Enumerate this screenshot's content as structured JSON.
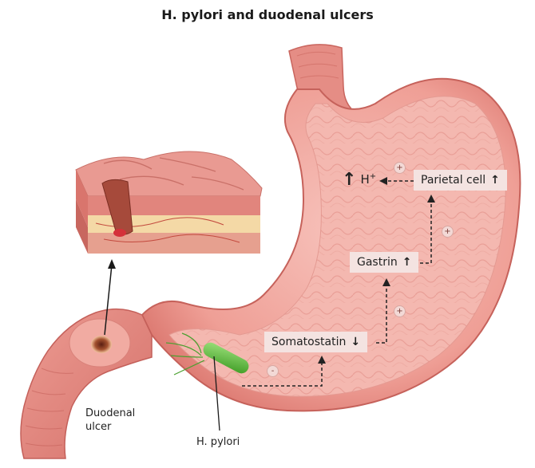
{
  "title": "H. pylori and duodenal ulcers",
  "labels": {
    "parietal_cell": "Parietal cell",
    "parietal_cell_trend": "↑",
    "gastrin": "Gastrin",
    "gastrin_trend": "↑",
    "somatostatin": "Somatostatin",
    "somatostatin_trend": "↓",
    "hplus_trend": "↑",
    "hplus": "H",
    "hplus_charge": "+",
    "duodenal_ulcer_line1": "Duodenal",
    "duodenal_ulcer_line2": "ulcer",
    "h_pylori": "H. pylori"
  },
  "signs": {
    "parietal_to_h": "+",
    "gastrin_to_parietal": "+",
    "somatostatin_to_gastrin": "+",
    "hpylori_to_somatostatin": "-"
  },
  "colors": {
    "stomach": "#e8928a",
    "stomach_inner": "#f3b5ad",
    "mucosa_fold": "#d9776f",
    "bacterium": "#5cbf3a",
    "label_box": "#f4e3e1"
  }
}
